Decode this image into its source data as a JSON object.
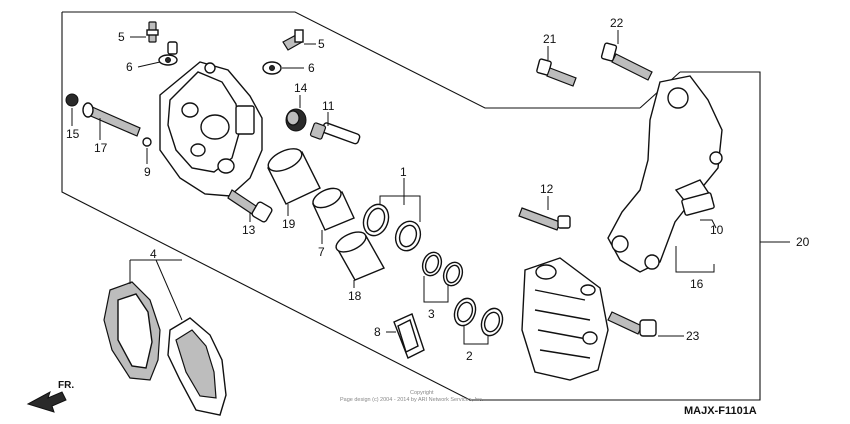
{
  "diagram_code": "MAJX-F1101A",
  "direction_label": "FR.",
  "copyright": "Page design (c) 2004 - 2014 by ARI Network Services, Inc.",
  "copyright_top": "Copyright",
  "callouts": {
    "c1": "1",
    "c2": "2",
    "c3": "3",
    "c4": "4",
    "c5a": "5",
    "c5b": "5",
    "c6a": "6",
    "c6b": "6",
    "c7": "7",
    "c8": "8",
    "c9": "9",
    "c10": "10",
    "c11": "11",
    "c12": "12",
    "c13": "13",
    "c14": "14",
    "c15": "15",
    "c16": "16",
    "c17": "17",
    "c18": "18",
    "c19": "19",
    "c20": "20",
    "c21": "21",
    "c22": "22",
    "c23": "23"
  }
}
